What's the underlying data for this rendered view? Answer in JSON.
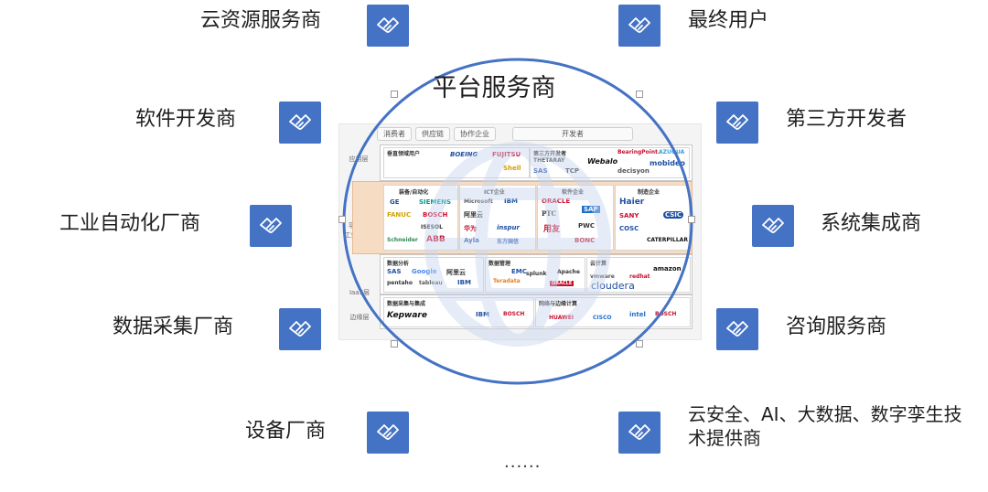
{
  "center_title": "平台服务商",
  "ellipsis": "......",
  "roles": {
    "cloud": "云资源服务商",
    "end_user": "最终用户",
    "software_dev": "软件开发商",
    "third_party_dev": "第三方开发者",
    "automation": "工业自动化厂商",
    "integration": "系统集成商",
    "data_collection": "数据采集厂商",
    "consulting": "咨询服务商",
    "equipment": "设备厂商",
    "tech_providers": "云安全、AI、大数据、数字孪生技术提供商"
  },
  "colors": {
    "icon_bg": "#4472c4",
    "ring": "#4472c4",
    "paas_bg": "#f7dcc4"
  },
  "icon_name": "handshake-icon",
  "stack": {
    "tabs": [
      "消费者",
      "供应链",
      "协作企业",
      "开发者"
    ],
    "side_labels": {
      "app": "应用层",
      "paas_a": "平台层",
      "paas_b": "工业PaaS",
      "iaas": "IaaS层",
      "edge": "边缘层"
    },
    "app": {
      "left_title": "垂直领域用户",
      "left_logos": [
        "BOEING",
        "FUJITSU",
        "Shell"
      ],
      "right_title": "第三方开发者",
      "right_logos": [
        "BearingPoint.",
        "AZUQUA",
        "THETARAY",
        "Webalo",
        "mobideo",
        "SAS",
        "TCP",
        "decisyon"
      ]
    },
    "paas": {
      "cols": [
        {
          "title": "装备/自动化",
          "logos": [
            "GE",
            "SIEMENS",
            "FANUC",
            "BOSCH",
            "ISESOL",
            "Schneider",
            "ABB"
          ]
        },
        {
          "title": "ICT企业",
          "logos": [
            "Microsoft",
            "IBM",
            "阿里云",
            "华为",
            "inspur",
            "Ayla",
            "东方国信"
          ]
        },
        {
          "title": "软件企业",
          "logos": [
            "ORACLE",
            "PTC",
            "SAP",
            "用友",
            "PWC",
            "BONC"
          ]
        },
        {
          "title": "制造企业",
          "logos": [
            "Haier",
            "SANY",
            "CSIC",
            "COSC",
            "CATERPILLAR"
          ]
        }
      ]
    },
    "data": {
      "analysis_title": "数据分析",
      "analysis_logos": [
        "SAS",
        "Google",
        "阿里云",
        "pentaho",
        "tableau",
        "IBM"
      ],
      "mgmt_title": "数据管理",
      "mgmt_logos": [
        "EMC",
        "splunk",
        "Apache",
        "Teradata",
        "ORACLE"
      ],
      "cloud_title": "云计算",
      "cloud_logos": [
        "amazon",
        "vmware",
        "redhat",
        "cloudera"
      ]
    },
    "edge": {
      "left_title": "数据采集与集成",
      "left_logos": [
        "Kepware",
        "IBM",
        "BOSCH"
      ],
      "right_title": "网络与边缘计算",
      "right_logos": [
        "HUAWEI",
        "CISCO",
        "intel",
        "BOSCH"
      ]
    }
  }
}
